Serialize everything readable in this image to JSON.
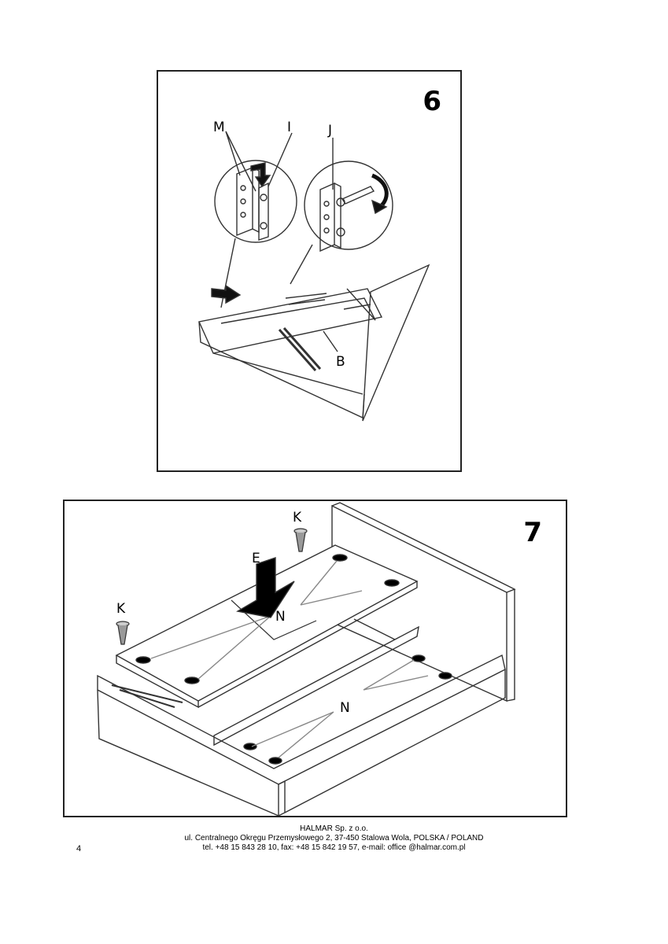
{
  "step6": {
    "number": "6",
    "labels": {
      "M": "M",
      "I": "I",
      "J": "J",
      "B": "B"
    }
  },
  "step7": {
    "number": "7",
    "labels": {
      "K1": "K",
      "K2": "K",
      "E": "E",
      "N1": "N",
      "N2": "N"
    }
  },
  "footer": {
    "company": "HALMAR Sp. z o.o.",
    "address": "ul. Centralnego Okręgu Przemysłowego 2, 37-450 Stalowa Wola, POLSKA / POLAND",
    "contact": "tel. +48 15 843 28 10, fax: +48 15 842 19 57, e-mail: office @halmar.com.pl"
  },
  "page_number": "4"
}
